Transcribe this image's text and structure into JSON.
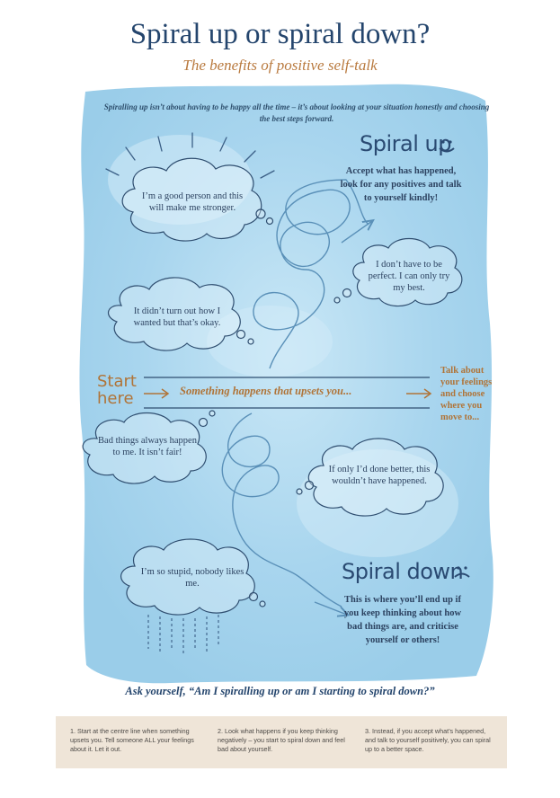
{
  "title": "Spiral up or spiral down?",
  "subtitle": "The benefits of positive self-talk",
  "intro": "Spiralling up isn’t about having to be happy all the time – it’s about looking at your situation honestly and choosing the best steps forward.",
  "spiral_up": {
    "heading": "Spiral up",
    "icon": "smile-icon",
    "description": "Accept what has happened, look for any positives and talk to yourself kindly!"
  },
  "spiral_down": {
    "heading": "Spiral down",
    "icon": "frown-icon",
    "description": "This is where you’ll end up if you keep thinking about how bad things are, and criticise yourself or others!"
  },
  "start": {
    "label": "Start here",
    "center_text": "Something happens that upsets you...",
    "right_note": "Talk about your feelings and choose where you move to..."
  },
  "thoughts": {
    "good_person": "I’m a good person and this will make me stronger.",
    "not_perfect": "I don’t have to be perfect. I can only try my best.",
    "okay": "It didn’t turn out how I wanted but that’s okay.",
    "bad_things": "Bad things always happen to me. It isn’t fair!",
    "if_only": "If only I’d done better, this wouldn’t have happened.",
    "stupid": "I’m so stupid, nobody likes me."
  },
  "question": "Ask yourself, “Am I spiralling up or am I starting to spiral down?”",
  "steps": [
    "1. Start at the centre line when something upsets you. Tell someone ALL your feelings about it. Let it out.",
    "2. Look what happens if you keep thinking negatively – you start to spiral down and feel bad about yourself.",
    "3. Instead, if you accept what’s happened, and talk to yourself positively, you can spiral up to a better space."
  ],
  "colors": {
    "title": "#24456d",
    "accent": "#b07438",
    "watercolor": "#a9d6ee",
    "line": "#2f5f86",
    "footer": "#efe5d8"
  }
}
